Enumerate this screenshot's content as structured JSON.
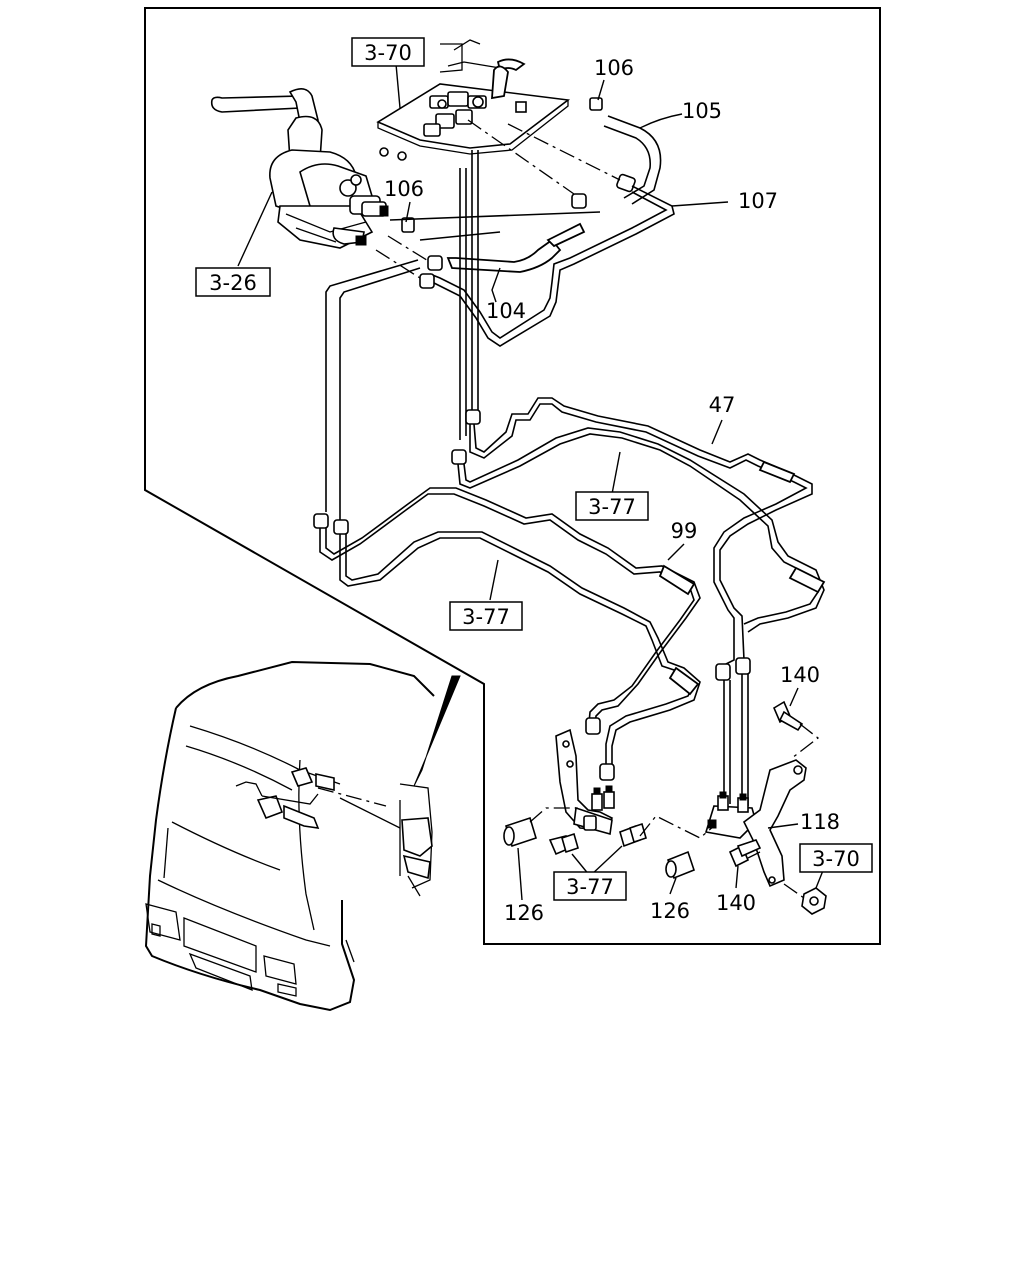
{
  "diagram": {
    "part_numbers": {
      "p106_top": "106",
      "p105": "105",
      "p106_mid": "106",
      "p107": "107",
      "p104": "104",
      "p47": "47",
      "p99": "99",
      "p140_top": "140",
      "p118": "118",
      "p126_left": "126",
      "p126_right": "126",
      "p140_bottom": "140"
    },
    "reference_boxes": {
      "ref_3_70_top": "3-70",
      "ref_3_26": "3-26",
      "ref_3_77_upper": "3-77",
      "ref_3_77_mid": "3-77",
      "ref_3_77_bottom": "3-77",
      "ref_3_70_bottom": "3-70"
    }
  }
}
